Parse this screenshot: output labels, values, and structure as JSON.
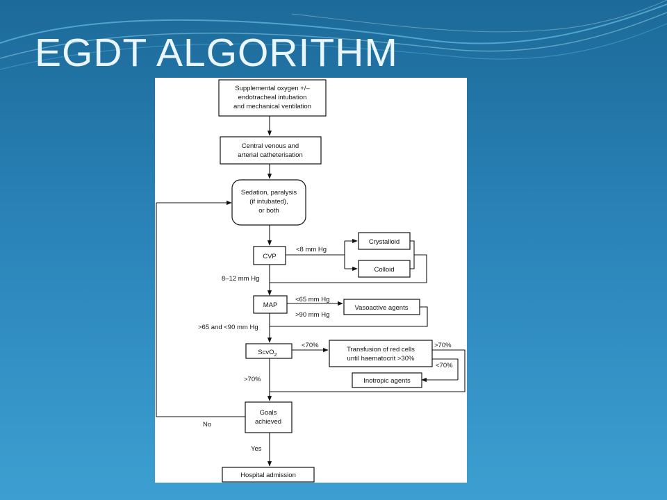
{
  "slide": {
    "title": "EGDT ALGORITHM"
  },
  "flowchart": {
    "box_oxygen": [
      "Supplemental oxygen +/–",
      "endotracheal intubation",
      "and mechanical ventilation"
    ],
    "box_catheter": [
      "Central venous and",
      "arterial catheterisation"
    ],
    "box_sedation": [
      "Sedation, paralysis",
      "(if intubated),",
      "or both"
    ],
    "box_cvp": "CVP",
    "box_crystalloid": "Crystalloid",
    "box_colloid": "Colloid",
    "box_map": "MAP",
    "box_vasoactive": "Vasoactive agents",
    "box_scvo2": "ScvO",
    "box_scvo2_sub": "2",
    "box_transfusion": [
      "Transfusion of red cells",
      "until haematocrit >30%"
    ],
    "box_inotropic": "Inotropic agents",
    "box_goals": [
      "Goals",
      "achieved"
    ],
    "box_hospital": "Hospital admission",
    "label_cvp_low": "<8 mm Hg",
    "label_cvp_ok": "8–12 mm Hg",
    "label_map_low": "<65 mm Hg",
    "label_map_high": ">90 mm Hg",
    "label_map_ok": ">65 and <90 mm Hg",
    "label_scvo2_low": "<70%",
    "label_transfusion_high": ">70%",
    "label_transfusion_low": "<70%",
    "label_scvo2_ok": ">70%",
    "label_no": "No",
    "label_yes": "Yes"
  }
}
